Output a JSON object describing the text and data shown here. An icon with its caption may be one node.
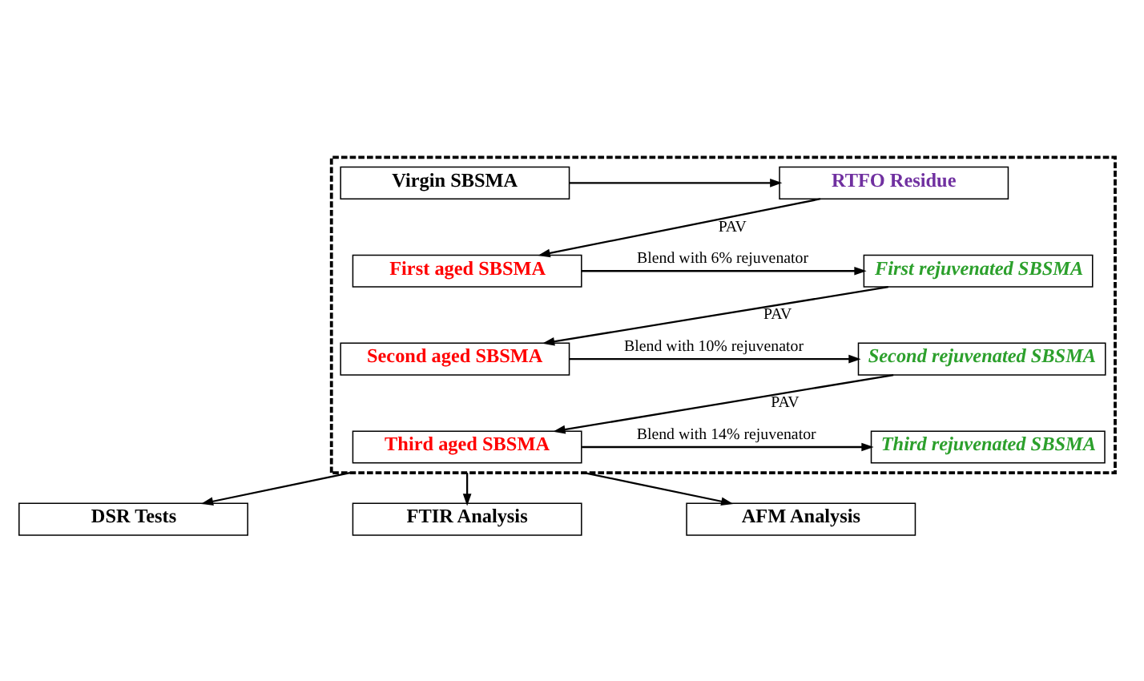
{
  "diagram": {
    "nodes": [
      {
        "text": [],
        "shape": "box"
      },
      {
        "text": [
          "Virgin SBSMA"
        ],
        "in": 0
      },
      {
        "text": [
          "RTFO Residue"
        ],
        "in": 0
      },
      {
        "text": [
          "First aged SBSMA"
        ],
        "in": 0
      },
      {
        "text": [
          "First rejuvenated SBSMA"
        ],
        "in": 0
      },
      {
        "text": [
          "Second aged SBSMA"
        ],
        "in": 0
      },
      {
        "text": [
          "Second rejuvenated SBSMA"
        ],
        "in": 0
      },
      {
        "text": [
          "Third aged SBSMA"
        ],
        "in": 0
      },
      {
        "text": [
          "Third rejuvenated SBSMA"
        ],
        "in": 0
      },
      {
        "text": [
          "DSR Tests"
        ]
      },
      {
        "text": [
          "FTIR Analysis"
        ]
      },
      {
        "text": [
          "AFM Analysis"
        ]
      }
    ],
    "edges": [
      {
        "from": 1,
        "to": 2,
        "arrow": "to"
      },
      {
        "from": 2,
        "to": 3,
        "arrow": "to",
        "label": "PAV"
      },
      {
        "from": 3,
        "to": 4,
        "arrow": "to",
        "label": "Blend with 6% rejuvenator"
      },
      {
        "from": 4,
        "to": 5,
        "arrow": "to",
        "label": "PAV"
      },
      {
        "from": 5,
        "to": 6,
        "arrow": "to",
        "label": "Blend with 10% rejuvenator"
      },
      {
        "from": 6,
        "to": 7,
        "arrow": "to",
        "label": "PAV"
      },
      {
        "from": 7,
        "to": 8,
        "arrow": "to",
        "label": "Blend with 14% rejuvenator"
      },
      {
        "from": 0,
        "to": 9,
        "arrow": "to"
      },
      {
        "from": 0,
        "to": 10,
        "arrow": "to"
      },
      {
        "from": 0,
        "to": 11,
        "arrow": "to"
      }
    ]
  }
}
